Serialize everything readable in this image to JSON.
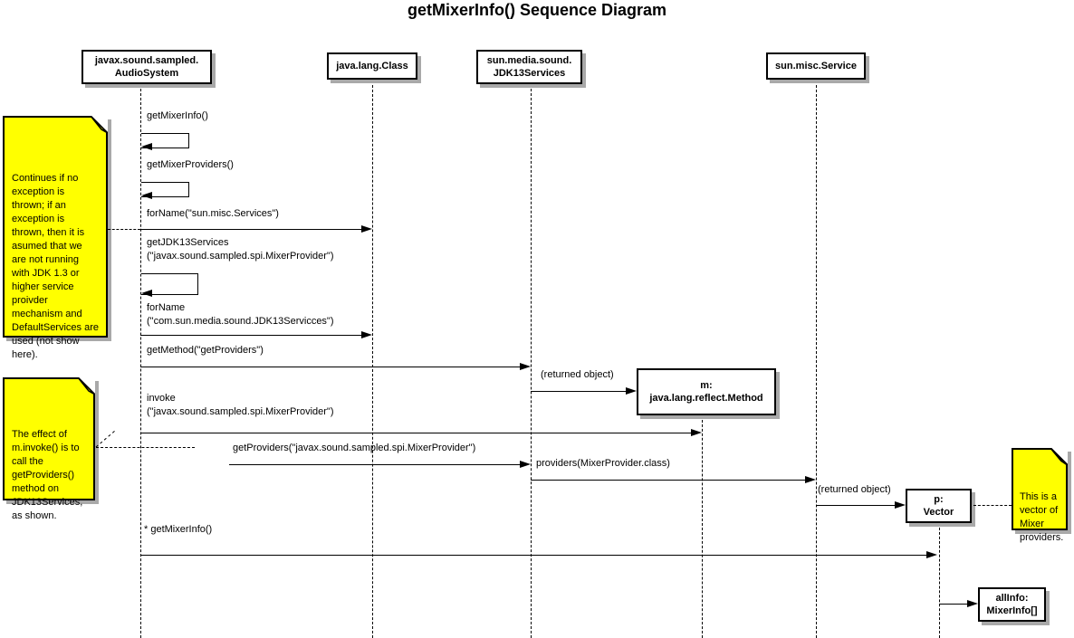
{
  "title": "getMixerInfo() Sequence Diagram",
  "lifelines": [
    {
      "name": "audio-system",
      "label": "javax.sound.sampled.\nAudioSystem"
    },
    {
      "name": "java-lang-class",
      "label": "java.lang.Class"
    },
    {
      "name": "jdk13-services",
      "label": "sun.media.sound.\nJDK13Services"
    },
    {
      "name": "sun-misc-service",
      "label": "sun.misc.Service"
    }
  ],
  "objects": [
    {
      "name": "m-method",
      "label": "m:\njava.lang.reflect.Method"
    },
    {
      "name": "p-vector",
      "label": "p:\nVector"
    },
    {
      "name": "allinfo-mixerinfo",
      "label": "allInfo:\nMixerInfo[]"
    }
  ],
  "messages": [
    {
      "label": "getMixerInfo()"
    },
    {
      "label": "getMixerProviders()"
    },
    {
      "label": "forName(\"sun.misc.Services\")"
    },
    {
      "label": "getJDK13Services\n(\"javax.sound.sampled.spi.MixerProvider\")"
    },
    {
      "label": "forName\n(\"com.sun.media.sound.JDK13Servicces\")"
    },
    {
      "label": "getMethod(\"getProviders\")"
    },
    {
      "label": "(returned object)"
    },
    {
      "label": "invoke\n(\"javax.sound.sampled.spi.MixerProvider\")"
    },
    {
      "label": "getProviders(\"javax.sound.sampled.spi.MixerProvider\")"
    },
    {
      "label": "providers(MixerProvider.class)"
    },
    {
      "label": "(returned object)"
    },
    {
      "label": "* getMixerInfo()"
    }
  ],
  "notes": [
    {
      "text": "Continues if no\nexception is\nthrown; if an\nexception is\nthrown, then it is\nasumed that we\nare not running\nwith JDK 1.3 or\nhigher service\nproivder\nmechanism and\nDefaultServices are\nused (not show\nhere)."
    },
    {
      "text": "The effect of\nm.invoke() is to\ncall the\ngetProviders()\nmethod on\nJDK13Services,\nas shown."
    },
    {
      "text": "This is a\nvector of\nMixer\nproviders."
    }
  ],
  "colors": {
    "background": "#ffffff",
    "note_fill": "#ffff00",
    "shadow": "#a9a9a9",
    "line": "#000000"
  }
}
